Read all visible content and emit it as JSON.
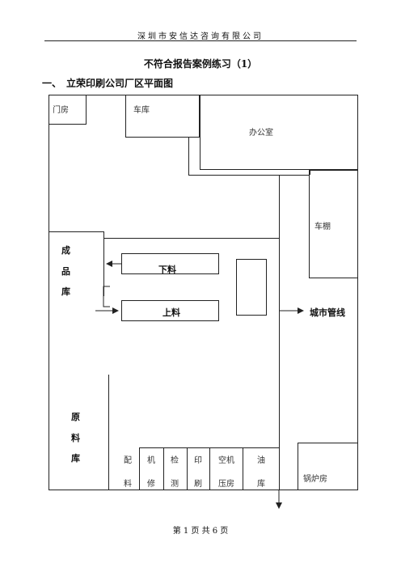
{
  "header": {
    "company": "深圳市安信达咨询有限公司"
  },
  "doc": {
    "title": "不符合报告案例练习（1）",
    "section_num": "一、",
    "section_title": "立荣印刷公司厂区平面图"
  },
  "plan": {
    "gate": "门房",
    "garage": "车库",
    "office": "办公室",
    "shed": "车棚",
    "finished": [
      "成",
      "品",
      "库"
    ],
    "unload": "下料",
    "load": "上料",
    "city_pipe": "城市管线",
    "raw": [
      "原",
      "料",
      "库"
    ],
    "bottom_rooms": [
      {
        "l1": "配",
        "l2": "料"
      },
      {
        "l1": "机",
        "l2": "修"
      },
      {
        "l1": "检",
        "l2": "测"
      },
      {
        "l1": "印",
        "l2": "刷"
      },
      {
        "l1": "空机",
        "l2": "压房"
      },
      {
        "l1": "油",
        "l2": "库"
      }
    ],
    "boiler": "锅炉房"
  },
  "footer": {
    "page": "第 1 页 共 6 页"
  }
}
